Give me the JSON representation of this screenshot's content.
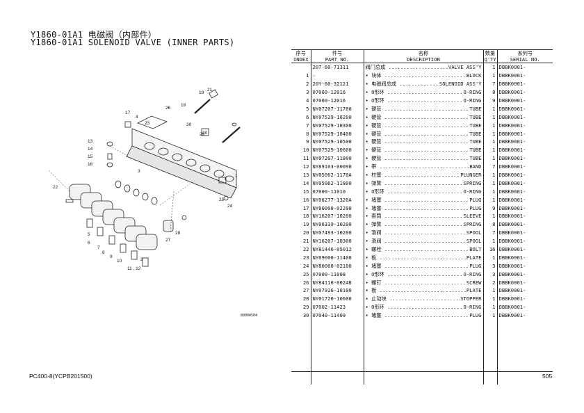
{
  "header": {
    "title_cn": "Y1860-01A1 电磁阀（内部件）",
    "title_en": "Y1860-01A1 SOLENOID VALVE (INNER PARTS)"
  },
  "drawing": {
    "code": "00004504",
    "callouts": [
      "1",
      "2",
      "3",
      "4",
      "5",
      "6",
      "7",
      "8",
      "9",
      "10",
      "11 , 12",
      "13",
      "14",
      "15",
      "16",
      "17",
      "18",
      "19",
      "20",
      "21",
      "22",
      "23",
      "24",
      "25",
      "26",
      "27",
      "28",
      "29",
      "30"
    ]
  },
  "table": {
    "headers": {
      "index_cn": "序号",
      "index_en": "INDEX",
      "part_cn": "件号",
      "part_en": "PART NO.",
      "desc_cn": "名称",
      "desc_en": "DESCRIPTION",
      "qty_cn": "数量",
      "qty_en": "Q'TY",
      "serial_cn": "系列号",
      "serial_en": "SERIAL NO."
    },
    "rows": [
      {
        "index": "",
        "part": "207-60-71311",
        "name": "阀门总成",
        "desc": "VALVE ASS'Y",
        "qty": "1",
        "serial": "DBBK0001-"
      },
      {
        "index": "1",
        "part": "☆",
        "name": "• 块体",
        "desc": "BLOCK",
        "qty": "1",
        "serial": "DBBK0001-"
      },
      {
        "index": "2",
        "part": "20Y-60-32121",
        "name": "• 电磁阀总成",
        "desc": "SOLENOID ASS'Y",
        "qty": "7",
        "serial": "DBBK0001-"
      },
      {
        "index": "3",
        "part": "07000-12016",
        "name": "• O形环",
        "desc": "O-RING",
        "qty": "8",
        "serial": "DBBK0001-"
      },
      {
        "index": "4",
        "part": "07000-12016",
        "name": "• O形环",
        "desc": "O-RING",
        "qty": "9",
        "serial": "DBBK0001-"
      },
      {
        "index": "5",
        "part": "NY07207-11700",
        "name": "• 硬管",
        "desc": "TUBE",
        "qty": "1",
        "serial": "DBBK0001-"
      },
      {
        "index": "6",
        "part": "NY07529-10200",
        "name": "• 硬管",
        "desc": "TUBE",
        "qty": "1",
        "serial": "DBBK0001-"
      },
      {
        "index": "7",
        "part": "NY07529-10300",
        "name": "• 硬管",
        "desc": "TUBE",
        "qty": "1",
        "serial": "DBBK0001-"
      },
      {
        "index": "8",
        "part": "NY07529-10400",
        "name": "• 硬管",
        "desc": "TUBE",
        "qty": "1",
        "serial": "DBBK0001-"
      },
      {
        "index": "9",
        "part": "NY07529-10500",
        "name": "• 硬管",
        "desc": "TUBE",
        "qty": "1",
        "serial": "DBBK0001-"
      },
      {
        "index": "10",
        "part": "NY07529-10600",
        "name": "• 硬管",
        "desc": "TUBE",
        "qty": "1",
        "serial": "DBBK0001-"
      },
      {
        "index": "11",
        "part": "NY07207-11800",
        "name": "• 硬管",
        "desc": "TUBE",
        "qty": "1",
        "serial": "DBBK0001-"
      },
      {
        "index": "12",
        "part": "NY89103-00090",
        "name": "• 带",
        "desc": "BAND",
        "qty": "7",
        "serial": "DBBK0001-"
      },
      {
        "index": "13",
        "part": "NY05062-1170A",
        "name": "• 柱塞",
        "desc": "PLUNGER",
        "qty": "1",
        "serial": "DBBK0001-"
      },
      {
        "index": "14",
        "part": "NY05062-11800",
        "name": "• 弹簧",
        "desc": "SPRING",
        "qty": "1",
        "serial": "DBBK0001-"
      },
      {
        "index": "15",
        "part": "07000-11010",
        "name": "• O形环",
        "desc": "O-RING",
        "qty": "1",
        "serial": "DBBK0001-"
      },
      {
        "index": "16",
        "part": "NY06277-1320A",
        "name": "• 堵塞",
        "desc": "PLUG",
        "qty": "1",
        "serial": "DBBK0001-"
      },
      {
        "index": "17",
        "part": "NY80000-02200",
        "name": "• 堵塞",
        "desc": "PLUG",
        "qty": "9",
        "serial": "DBBK0001-"
      },
      {
        "index": "18",
        "part": "NY16207-10200",
        "name": "• 套筒",
        "desc": "SLEEVE",
        "qty": "1",
        "serial": "DBBK0001-"
      },
      {
        "index": "19",
        "part": "NY06339-10200",
        "name": "• 弹簧",
        "desc": "SPRING",
        "qty": "8",
        "serial": "DBBK0001-"
      },
      {
        "index": "20",
        "part": "NY07493-10200",
        "name": "• 滑阀",
        "desc": "SPOOL",
        "qty": "7",
        "serial": "DBBK0001-"
      },
      {
        "index": "21",
        "part": "NY16207-10300",
        "name": "• 滑阀",
        "desc": "SPOOL",
        "qty": "1",
        "serial": "DBBK0001-"
      },
      {
        "index": "22",
        "part": "NY81446-05012",
        "name": "• 螺栓",
        "desc": "BOLT",
        "qty": "16",
        "serial": "DBBK0001-"
      },
      {
        "index": "23",
        "part": "NY09000-11400",
        "name": "• 板",
        "desc": "PLATE",
        "qty": "1",
        "serial": "DBBK0001-"
      },
      {
        "index": "24",
        "part": "NY80000-02100",
        "name": "• 堵塞",
        "desc": "PLUG",
        "qty": "3",
        "serial": "DBBK0001-"
      },
      {
        "index": "25",
        "part": "07000-11008",
        "name": "• O形环",
        "desc": "O-RING",
        "qty": "3",
        "serial": "DBBK0001-"
      },
      {
        "index": "26",
        "part": "NY84110-00248",
        "name": "• 螺钉",
        "desc": "SCREW",
        "qty": "2",
        "serial": "DBBK0001-"
      },
      {
        "index": "27",
        "part": "NY07926-10100",
        "name": "• 板",
        "desc": "PLATE",
        "qty": "1",
        "serial": "DBBK0001-"
      },
      {
        "index": "28",
        "part": "NY01720-10600",
        "name": "• 止动块",
        "desc": "STOPPER",
        "qty": "1",
        "serial": "DBBK0001-"
      },
      {
        "index": "29",
        "part": "07002-11423",
        "name": "• O形环",
        "desc": "O-RING",
        "qty": "1",
        "serial": "DBBK0001-"
      },
      {
        "index": "30",
        "part": "07040-11409",
        "name": "• 堵塞",
        "desc": "PLUG",
        "qty": "1",
        "serial": "DBBK0001-"
      }
    ]
  },
  "footer": {
    "model": "PC400-8(YCPB201500)",
    "page": "505"
  }
}
